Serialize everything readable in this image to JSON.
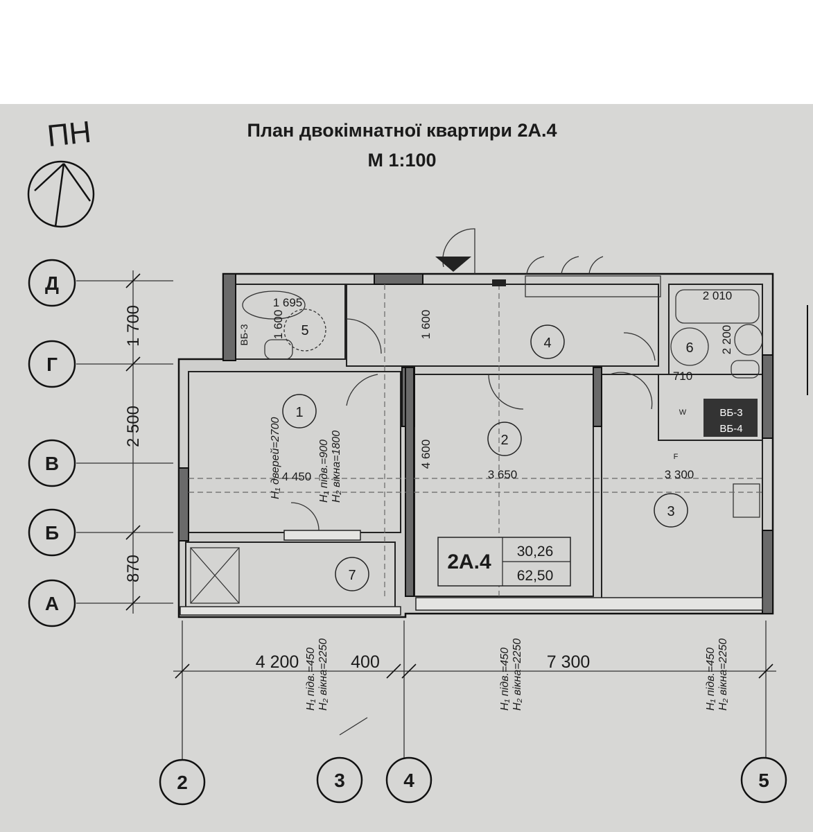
{
  "title": "План двокімнатної квартири 2А.4",
  "scale": "М 1:100",
  "north_label": "ПН",
  "axes_rows": [
    "Д",
    "Г",
    "В",
    "Б",
    "А"
  ],
  "axes_cols": [
    "2",
    "3",
    "4",
    "5"
  ],
  "dims_vertical": [
    "1 700",
    "2 500",
    "870"
  ],
  "dims_bottom": [
    "4 200",
    "400",
    "7 300"
  ],
  "rooms": [
    {
      "num": "1",
      "width": "4 450"
    },
    {
      "num": "2",
      "width": "3 650"
    },
    {
      "num": "3",
      "width": "3 300"
    },
    {
      "num": "4"
    },
    {
      "num": "5",
      "width": "1 695",
      "depth": "1 600"
    },
    {
      "num": "6",
      "width": "2 010",
      "depth": "2 200",
      "extra": "710"
    },
    {
      "num": "7"
    }
  ],
  "hall_depth": "1 600",
  "room2_depth": "4 600",
  "shafts": [
    "ВБ-3",
    "ВБ-4"
  ],
  "washer_label": "W",
  "stove_label": "F",
  "notes": {
    "door_height": "H₁ дверей=2700",
    "sill_900": "H₁ підв.=900",
    "window_1800": "H₂ вікна=1800",
    "sill_450": "H₁ підв.=450",
    "window_2250": "H₂ вікна=2250"
  },
  "unit_box": {
    "code": "2А.4",
    "living_area": "30,26",
    "total_area": "62,50"
  }
}
